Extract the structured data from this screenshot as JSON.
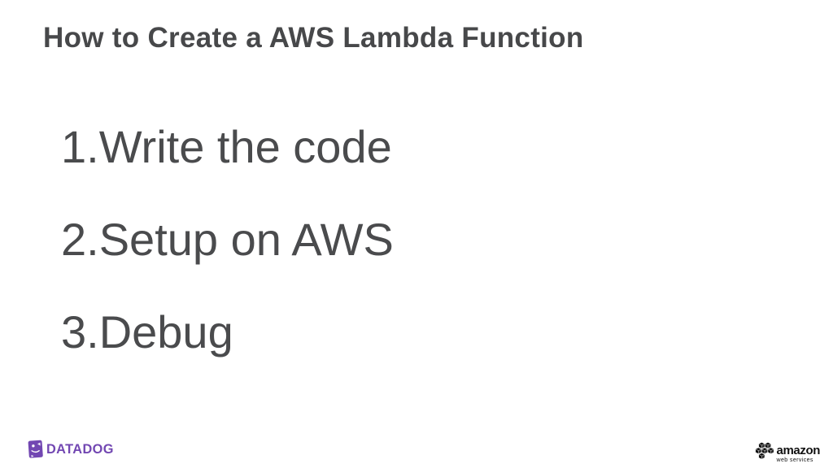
{
  "slide": {
    "title": "How to Create a AWS Lambda Function",
    "items": [
      {
        "marker": "1.",
        "text": "Write the code"
      },
      {
        "marker": "2.",
        "text": "Setup on AWS"
      },
      {
        "marker": "3.",
        "text": "Debug"
      }
    ]
  },
  "footer": {
    "datadog": {
      "wordmark": "DATADOG",
      "icon": "datadog-dog-icon"
    },
    "aws": {
      "wordmark": "amazon",
      "subtext": "web services",
      "icon": "aws-cubes-icon"
    }
  },
  "colors": {
    "background": "#ffffff",
    "title": "#47484a",
    "list_text": "#4a4b4d",
    "datadog_purple": "#7247b2",
    "aws_black": "#111111"
  }
}
